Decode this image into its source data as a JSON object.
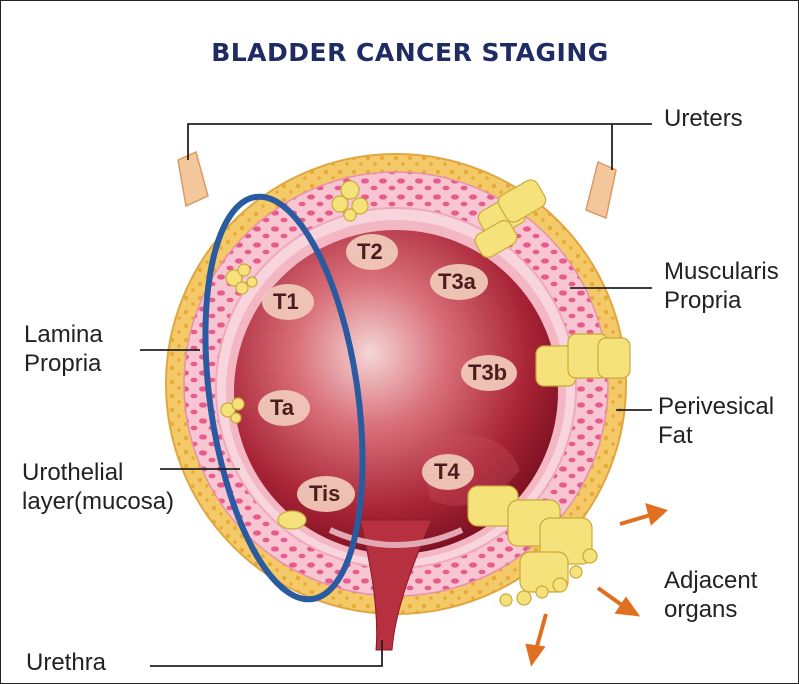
{
  "title": "BLADDER CANCER STAGING",
  "labels": {
    "ureters": "Ureters",
    "muscularis_1": "Muscularis",
    "muscularis_2": "Propria",
    "lamina_1": "Lamina",
    "lamina_2": "Propria",
    "perivesical_1": "Perivesical",
    "perivesical_2": "Fat",
    "urothelial_1": "Urothelial",
    "urothelial_2": "layer(mucosa)",
    "adjacent_1": "Adjacent",
    "adjacent_2": "organs",
    "urethra": "Urethra"
  },
  "stages": [
    "T2",
    "T3a",
    "T1",
    "T3b",
    "Ta",
    "T4",
    "Tis"
  ],
  "colors": {
    "title": "#1f2b63",
    "fat": "#f2c45a",
    "muscle": "#f4b9c8",
    "lumen": "#b0303f",
    "tumor": "#f6e27a",
    "highlight_ellipse": "#2a5aa0",
    "arrow": "#e07020"
  }
}
